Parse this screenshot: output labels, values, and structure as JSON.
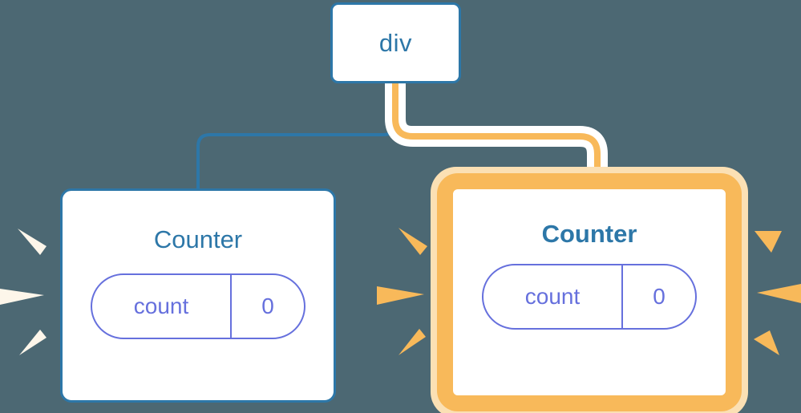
{
  "diagram": {
    "background_color": "#4c6873",
    "root": {
      "label": "div",
      "border_color": "#2d77a8"
    },
    "components": [
      {
        "id": "counter-left",
        "title": "Counter",
        "state_key": "count",
        "state_value": "0",
        "highlighted": "false",
        "border_color": "#2d77a8",
        "title_color": "#2d77a8",
        "pill_color": "#6670dd",
        "ray_color": "#fdf6ea"
      },
      {
        "id": "counter-right",
        "title": "Counter",
        "state_key": "count",
        "state_value": "0",
        "highlighted": "true",
        "border_color": "#f8b95a",
        "glow_color": "#fbe0b4",
        "title_color": "#2d77a8",
        "pill_color": "#6670dd",
        "ray_color": "#f8b95a"
      }
    ],
    "connectors": [
      {
        "id": "edge-div-to-counter-left",
        "color": "#2d77a8",
        "state": "idle"
      },
      {
        "id": "edge-div-to-counter-right",
        "color": "#f8b95a",
        "state": "active"
      }
    ],
    "ray_groups": [
      {
        "id": "rays-left-outer",
        "color": "#fdf6ea"
      },
      {
        "id": "rays-left-inner",
        "color": "#f8b95a"
      },
      {
        "id": "rays-right-outer",
        "color": "#f8b95a"
      }
    ]
  }
}
